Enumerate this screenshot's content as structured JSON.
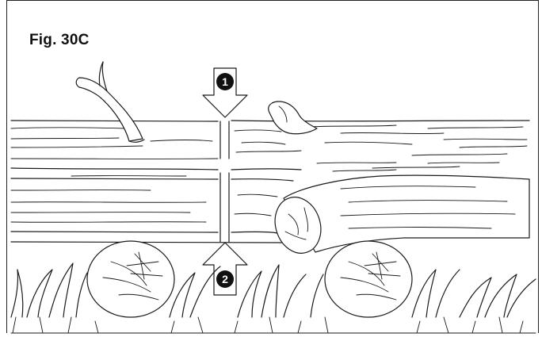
{
  "figure": {
    "title": "Fig. 30C",
    "markers": [
      {
        "label": "1",
        "direction": "down"
      },
      {
        "label": "2",
        "direction": "up"
      }
    ]
  },
  "colors": {
    "line": "#1a1a1a",
    "background": "#ffffff",
    "badge": "#111111"
  }
}
